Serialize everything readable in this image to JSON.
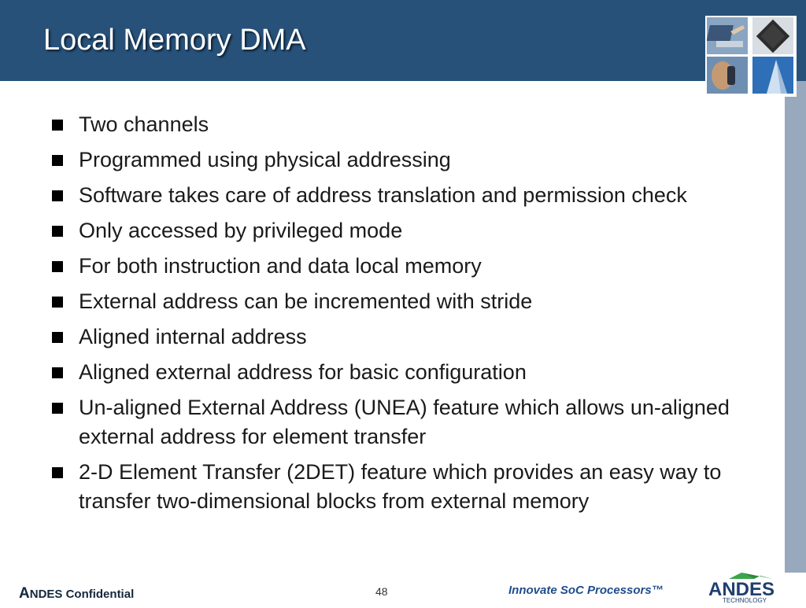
{
  "slide": {
    "title": "Local Memory DMA",
    "bullets": [
      "Two channels",
      "Programmed using physical addressing",
      "Software takes care of address translation and permission check",
      "Only accessed by privileged mode",
      "For both instruction and data local memory",
      "External address can be incremented with stride",
      "Aligned internal address",
      "Aligned external address for basic configuration",
      "Un-aligned External Address (UNEA) feature which allows un-aligned external address for element transfer",
      "2-D Element Transfer (2DET) feature which provides an easy way to transfer two-dimensional blocks from external memory"
    ]
  },
  "footer": {
    "confidential_cap": "A",
    "confidential_rest": "NDES Confidential",
    "page_number": "48",
    "tagline": "Innovate SoC Processors™",
    "logo_main": "ANDES",
    "logo_sub": "TECHNOLOGY"
  },
  "images": {
    "mosaic": [
      "laptop-photo",
      "chip-photo",
      "phone-photo",
      "building-photo"
    ]
  },
  "colors": {
    "header": "#275178",
    "stripe": "#98a9bd",
    "tagline": "#1f4e8c",
    "logo": "#1f3f6e"
  }
}
